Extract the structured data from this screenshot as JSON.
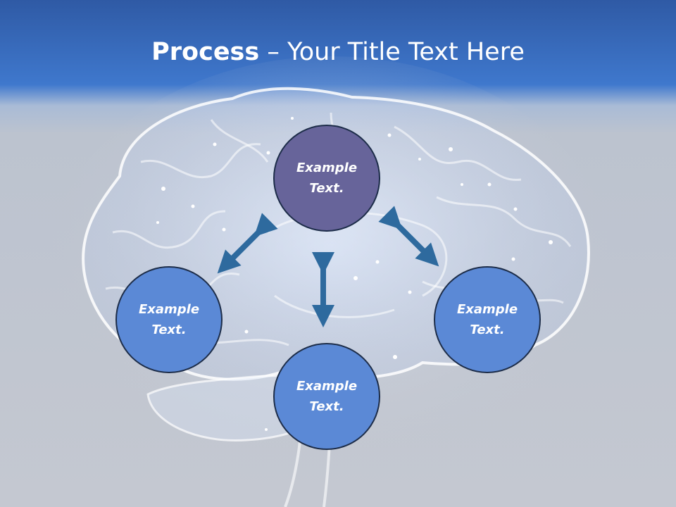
{
  "slide": {
    "title_bold": "Process",
    "title_rest": " – Your Title Text Here"
  },
  "nodes": {
    "top": "Example\nText.",
    "left": "Example\nText.",
    "right": "Example\nText.",
    "bottom": "Example\nText."
  },
  "colors": {
    "header_blue": "#3f78cd",
    "node_blue": "#5b89d6",
    "node_purple": "#67649a",
    "arrow": "#2e6a9e"
  }
}
